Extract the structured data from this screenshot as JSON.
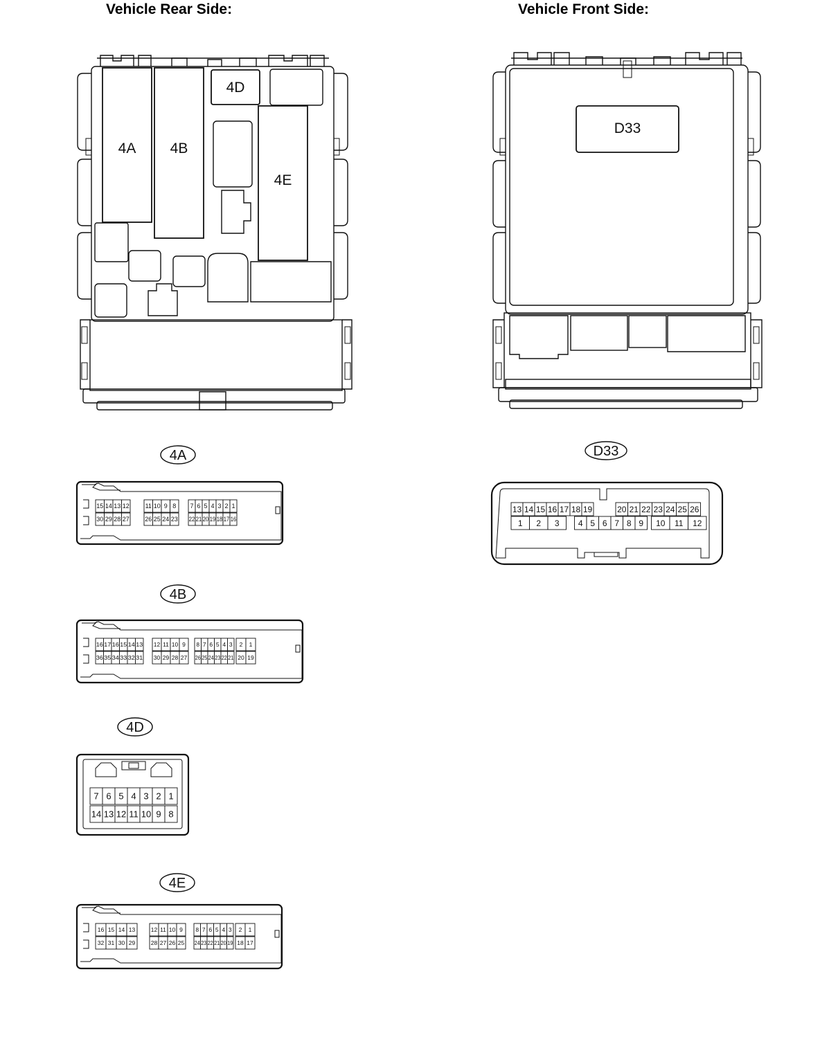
{
  "headings": {
    "rear": "Vehicle Rear Side:",
    "front": "Vehicle Front Side:"
  },
  "module_labels": {
    "4A": "4A",
    "4B": "4B",
    "4D": "4D",
    "4E": "4E",
    "D33": "D33"
  },
  "connectors": {
    "4A": {
      "label": "4A",
      "top": [
        "15",
        "14",
        "13",
        "12",
        "11",
        "10",
        "9",
        "8",
        "7",
        "6",
        "5",
        "4",
        "3",
        "2",
        "1"
      ],
      "bottom": [
        "30",
        "29",
        "28",
        "27",
        "26",
        "25",
        "24",
        "23",
        "22",
        "21",
        "20",
        "19",
        "18",
        "17",
        "16"
      ]
    },
    "4B": {
      "label": "4B",
      "top": [
        "16",
        "17",
        "16",
        "15",
        "14",
        "13",
        "12",
        "11",
        "10",
        "9",
        "8",
        "7",
        "6",
        "5",
        "4",
        "3",
        "2",
        "1"
      ],
      "bottom": [
        "36",
        "35",
        "34",
        "33",
        "32",
        "31",
        "30",
        "29",
        "28",
        "27",
        "26",
        "25",
        "24",
        "23",
        "22",
        "21",
        "20",
        "19"
      ]
    },
    "4D": {
      "label": "4D",
      "top": [
        "7",
        "6",
        "5",
        "4",
        "3",
        "2",
        "1"
      ],
      "bottom": [
        "14",
        "13",
        "12",
        "11",
        "10",
        "9",
        "8"
      ]
    },
    "4E": {
      "label": "4E",
      "top": [
        "16",
        "15",
        "14",
        "13",
        "12",
        "11",
        "10",
        "9",
        "8",
        "7",
        "6",
        "5",
        "4",
        "3",
        "2",
        "1"
      ],
      "bottom": [
        "32",
        "31",
        "30",
        "29",
        "28",
        "27",
        "26",
        "25",
        "24",
        "23",
        "22",
        "21",
        "20",
        "19",
        "18",
        "17"
      ]
    },
    "D33": {
      "label": "D33",
      "top": [
        "13",
        "14",
        "15",
        "16",
        "17",
        "18",
        "19",
        "20",
        "21",
        "22",
        "23",
        "24",
        "25",
        "26"
      ],
      "bottom": [
        "1",
        "2",
        "3",
        "4",
        "5",
        "6",
        "7",
        "8",
        "9",
        "10",
        "11",
        "12"
      ]
    }
  }
}
